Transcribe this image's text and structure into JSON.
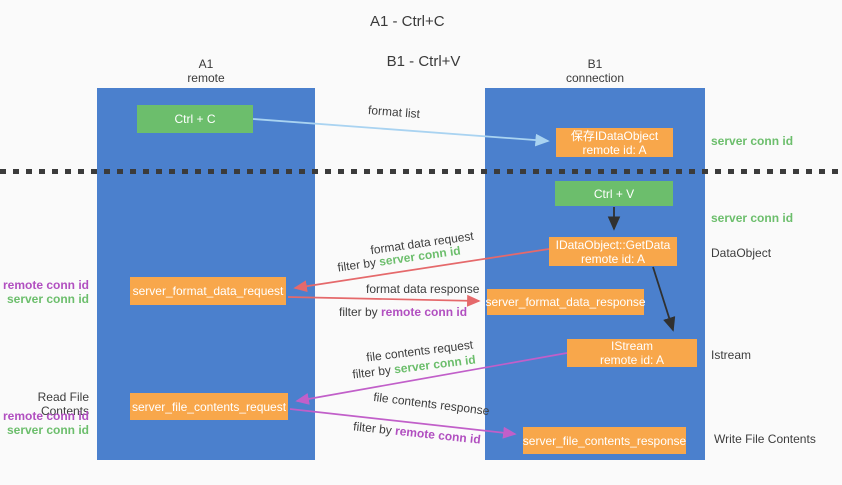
{
  "title": {
    "line1": "A1 - Ctrl+C",
    "line2": "B1 - Ctrl+V"
  },
  "lanes": {
    "left": {
      "name": "A1",
      "role": "remote"
    },
    "right": {
      "name": "B1",
      "role": "connection"
    }
  },
  "nodes": {
    "ctrl_c": {
      "label": "Ctrl + C"
    },
    "save_idataobject": {
      "line1": "保存IDataObject",
      "line2": "remote id: A"
    },
    "ctrl_v": {
      "label": "Ctrl + V"
    },
    "getdata": {
      "line1": "IDataObject::GetData",
      "line2": "remote id: A"
    },
    "format_request": {
      "label": "server_format_data_request"
    },
    "format_response": {
      "label": "server_format_data_response"
    },
    "istream": {
      "line1": "IStream",
      "line2": "remote id: A"
    },
    "file_request": {
      "label": "server_file_contents_request"
    },
    "file_response": {
      "label": "server_file_contents_response"
    }
  },
  "labels": {
    "format_list": "format list",
    "format_data_request": "format data request",
    "format_data_response": "format data response",
    "file_contents_request": "file contents request",
    "file_contents_response": "file contents response",
    "filter_by": "filter by ",
    "server_conn_id": "server conn id",
    "remote_conn_id": "remote conn id",
    "dataobject": "DataObject",
    "istream": "Istream",
    "read_file_contents": "Read File Contents",
    "write_file_contents": "Write File Contents"
  },
  "colors": {
    "background": "#fafafa",
    "lane_blue": "#4b80cd",
    "node_orange": "#f8a74b",
    "node_green": "#6cbe6c",
    "arrow_light_blue": "#a9d3f1",
    "arrow_red": "#e5696b",
    "arrow_purple": "#c15fc9",
    "arrow_black": "#303030",
    "text_dark": "#3d3d3d",
    "text_green": "#6cbe6c",
    "text_purple": "#b14fc0"
  }
}
